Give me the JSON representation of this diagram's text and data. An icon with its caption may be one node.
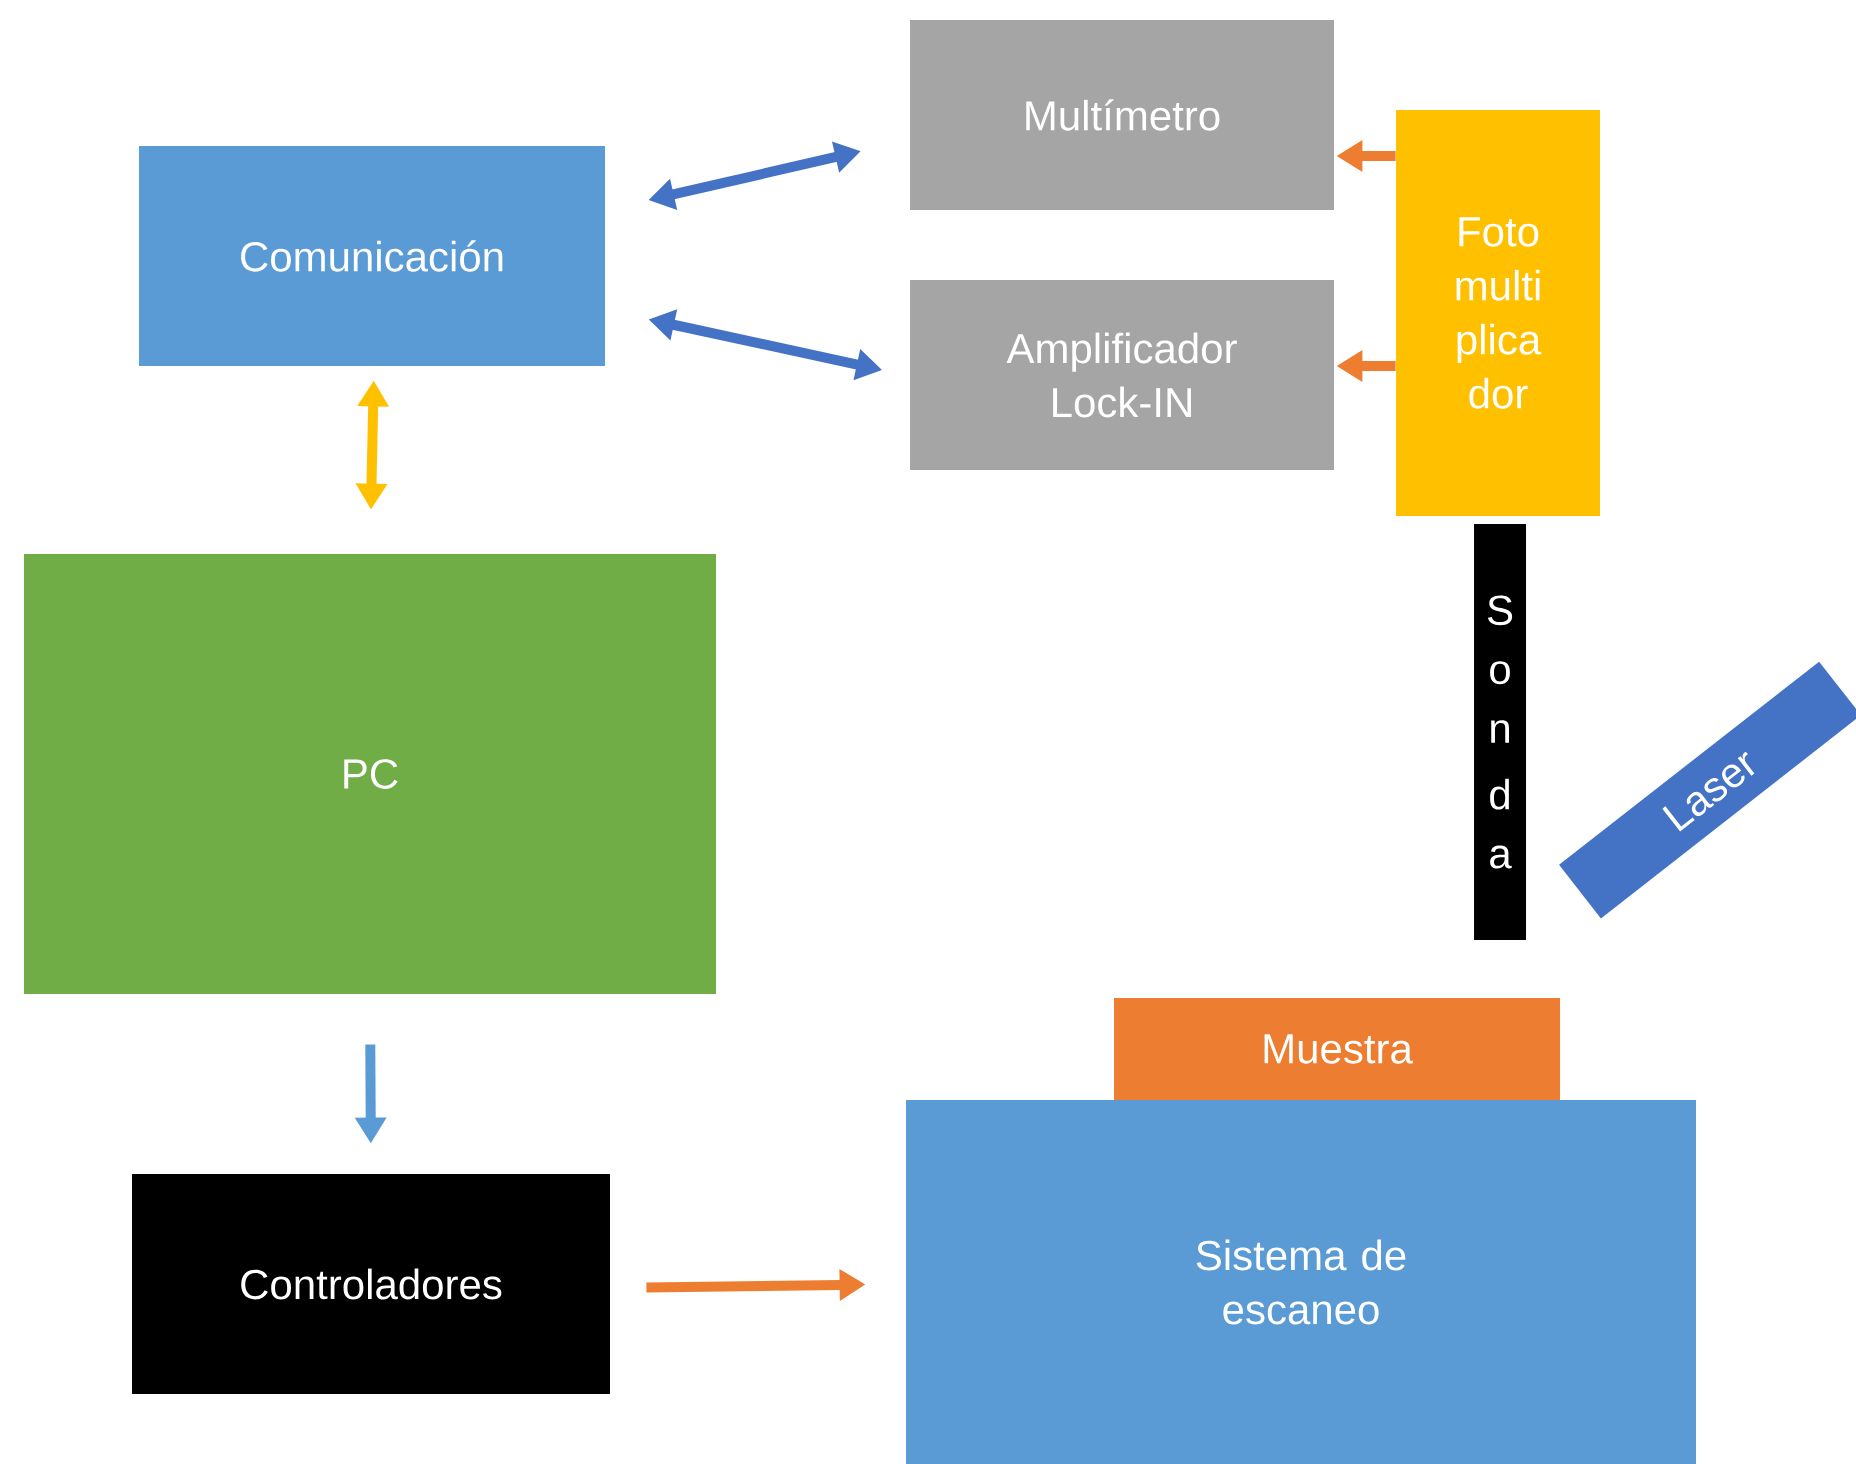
{
  "diagram": {
    "nodes": [
      {
        "text": [
          "Comunicación"
        ]
      },
      {
        "text": [
          "Multímetro"
        ]
      },
      {
        "text": [
          "Amplificador Lock-IN"
        ]
      },
      {
        "text": [
          "Foto multi plica dor"
        ]
      },
      {
        "text": [
          "PC"
        ]
      },
      {
        "text": [
          "Controladores"
        ]
      },
      {
        "text": [
          "Sistema de escaneo"
        ]
      },
      {
        "text": [
          "Muestra"
        ]
      },
      {
        "text": [
          "Sonda"
        ]
      },
      {
        "text": [
          "Laser"
        ]
      }
    ],
    "edges": [
      {
        "from": 0,
        "to": 1,
        "arrow": "both",
        "color": "#4472c4"
      },
      {
        "from": 0,
        "to": 2,
        "arrow": "both",
        "color": "#4472c4"
      },
      {
        "from": 3,
        "to": 1,
        "arrow": "to",
        "color": "#ed7d31"
      },
      {
        "from": 3,
        "to": 2,
        "arrow": "to",
        "color": "#ed7d31"
      },
      {
        "from": 0,
        "to": 4,
        "arrow": "both",
        "color": "#ffc000"
      },
      {
        "from": 4,
        "to": 5,
        "arrow": "to",
        "color": "#5b9bd5"
      },
      {
        "from": 5,
        "to": 6,
        "arrow": "to",
        "color": "#ed7d31"
      }
    ]
  }
}
